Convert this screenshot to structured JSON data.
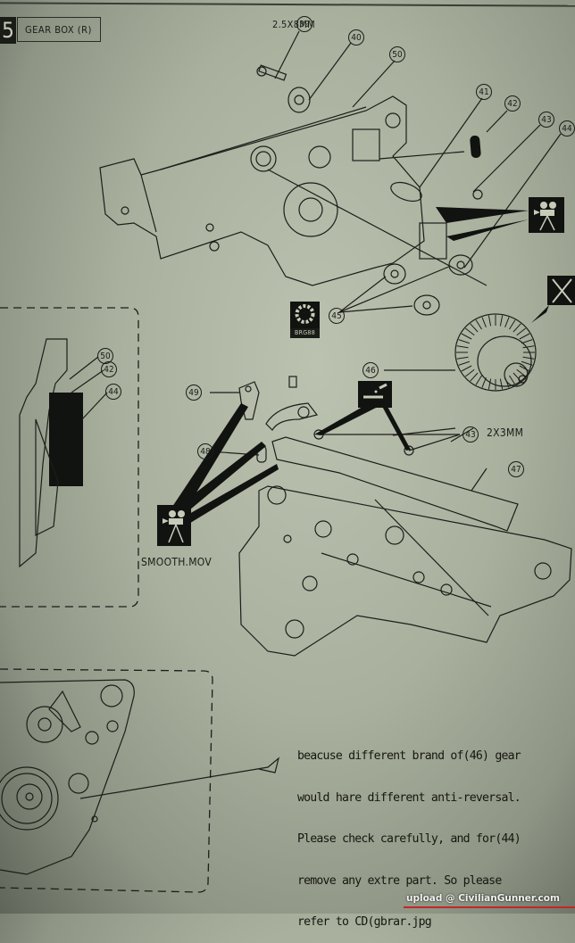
{
  "header": {
    "section_number": "5",
    "section_title": "GEAR BOX (R)"
  },
  "dimension_labels": {
    "screw_39": "2.5X8MM",
    "screw_43": "2X3MM"
  },
  "callouts": {
    "c39": "39",
    "c40": "40",
    "c50": "50",
    "c41": "41",
    "c42": "42",
    "c43": "43",
    "c44": "44",
    "c45": "45",
    "c46": "46",
    "c47": "47",
    "c48": "48",
    "c49": "49",
    "inset_c50": "50",
    "inset_c42": "42",
    "inset_c44": "44"
  },
  "icons": {
    "video_top": "video-camera-icon",
    "video_bottom": "video-camera-icon",
    "no_use": "x-mark-icon",
    "bearing": "bearing-icon",
    "screwdriver": "screwdriver-icon"
  },
  "bearing_icon_label": "BRG88",
  "video_label": "SMOOTH.MOV",
  "note_lines": [
    "beacuse different brand of(46) gear",
    "would hare different anti-reversal.",
    "Please check carefully, and for(44)",
    "remove any extre part. So please",
    "refer to CD(gbrar.jpg"
  ],
  "watermark": "upload @ CivilianGunner.com",
  "colors": {
    "paper": "#b3b9a6",
    "ink": "#1a1c18",
    "watermark_underline": "#c0282a"
  }
}
